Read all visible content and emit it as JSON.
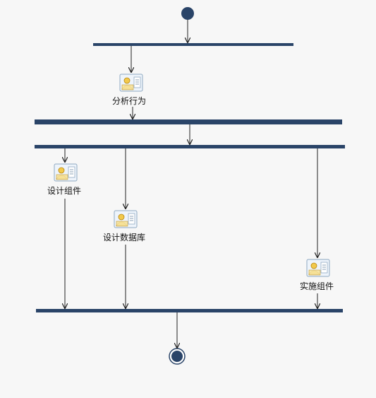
{
  "diagram": {
    "activities": [
      {
        "id": "analyze",
        "label": "分析行为",
        "icon": "activity-icon"
      },
      {
        "id": "design-components",
        "label": "设计组件",
        "icon": "activity-icon"
      },
      {
        "id": "design-database",
        "label": "设计数据库",
        "icon": "activity-icon"
      },
      {
        "id": "implement-components",
        "label": "实施组件",
        "icon": "activity-icon"
      }
    ],
    "nodes": {
      "start": "initial-node",
      "end": "final-node"
    },
    "colors": {
      "bar": "#2a4468",
      "node": "#2a4468",
      "line": "#222222",
      "icon_fill": "#f5dc8a",
      "icon_border": "#8fa9c2"
    }
  }
}
